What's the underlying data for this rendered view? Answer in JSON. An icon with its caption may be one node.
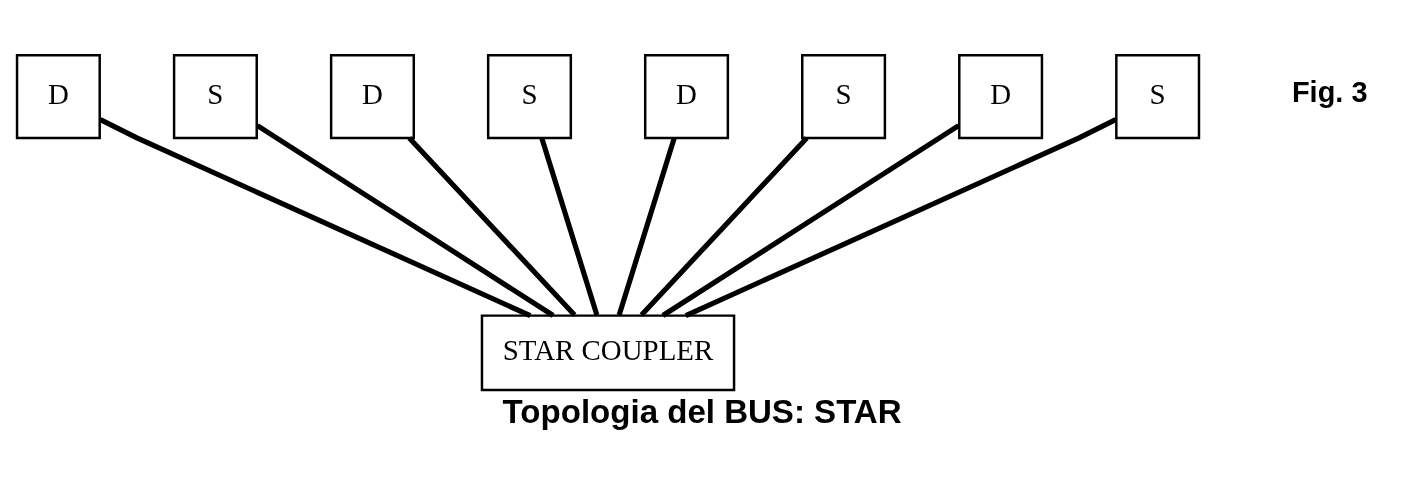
{
  "diagram": {
    "caption": "Topologia del BUS: STAR",
    "nodes": [
      {
        "text": [
          "D"
        ]
      },
      {
        "text": [
          "S"
        ]
      },
      {
        "text": [
          "D"
        ]
      },
      {
        "text": [
          "S"
        ]
      },
      {
        "text": [
          "D"
        ]
      },
      {
        "text": [
          "S"
        ]
      },
      {
        "text": [
          "D"
        ]
      },
      {
        "text": [
          "S"
        ]
      },
      {
        "text": [
          "STAR COUPLER"
        ]
      }
    ],
    "edges": [
      {
        "from": 0,
        "to": 8,
        "arrow": "none"
      },
      {
        "from": 1,
        "to": 8,
        "arrow": "none"
      },
      {
        "from": 2,
        "to": 8,
        "arrow": "none"
      },
      {
        "from": 3,
        "to": 8,
        "arrow": "none"
      },
      {
        "from": 4,
        "to": 8,
        "arrow": "none"
      },
      {
        "from": 5,
        "to": 8,
        "arrow": "none"
      },
      {
        "from": 6,
        "to": 8,
        "arrow": "none"
      },
      {
        "from": 7,
        "to": 8,
        "arrow": "none"
      }
    ],
    "labels": [
      "Fig. 3"
    ]
  }
}
